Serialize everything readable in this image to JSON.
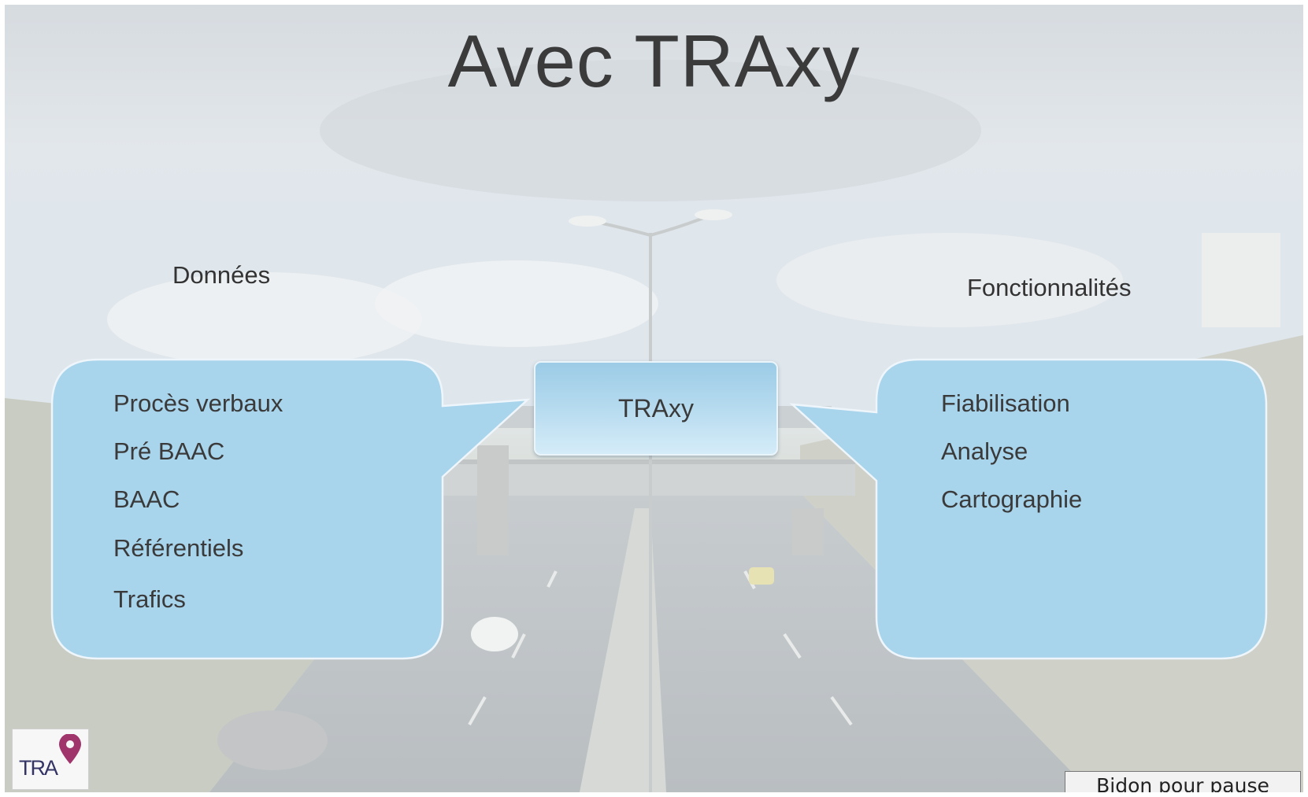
{
  "slide": {
    "title": "Avec TRAxy",
    "left_caption": "Données",
    "right_caption": "Fonctionnalités",
    "center_label": "TRAxy",
    "left_items": [
      "Procès verbaux",
      "Pré BAAC",
      "BAAC",
      "Référentiels",
      "Trafics"
    ],
    "right_items": [
      "Fiabilisation",
      "Analyse",
      "Cartographie"
    ]
  },
  "logo": {
    "text": "TRA"
  },
  "pause_button": {
    "label": "Bidon pour pause"
  },
  "colors": {
    "callout_fill": "#a8d4ec",
    "callout_border": "#eef6fb",
    "title_text": "#3b3b3b",
    "body_text": "#3a3a3a",
    "logo_pin": "#a0356c"
  }
}
